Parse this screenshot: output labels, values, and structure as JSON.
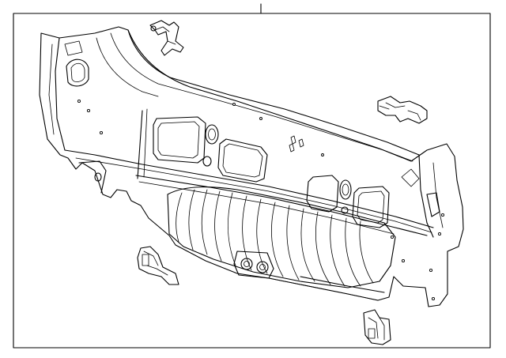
{
  "diagram": {
    "parts": [
      {
        "id": "rear-panel-assembly",
        "icon": "rear-body-panel-icon"
      },
      {
        "id": "upper-clip-bracket",
        "icon": "clip-bracket-icon"
      },
      {
        "id": "right-upper-bracket",
        "icon": "bracket-icon"
      },
      {
        "id": "left-lower-bracket",
        "icon": "bracket-icon"
      },
      {
        "id": "right-lower-bracket",
        "icon": "bracket-icon"
      }
    ],
    "colors": {
      "line": "#000000",
      "background": "#ffffff"
    }
  }
}
